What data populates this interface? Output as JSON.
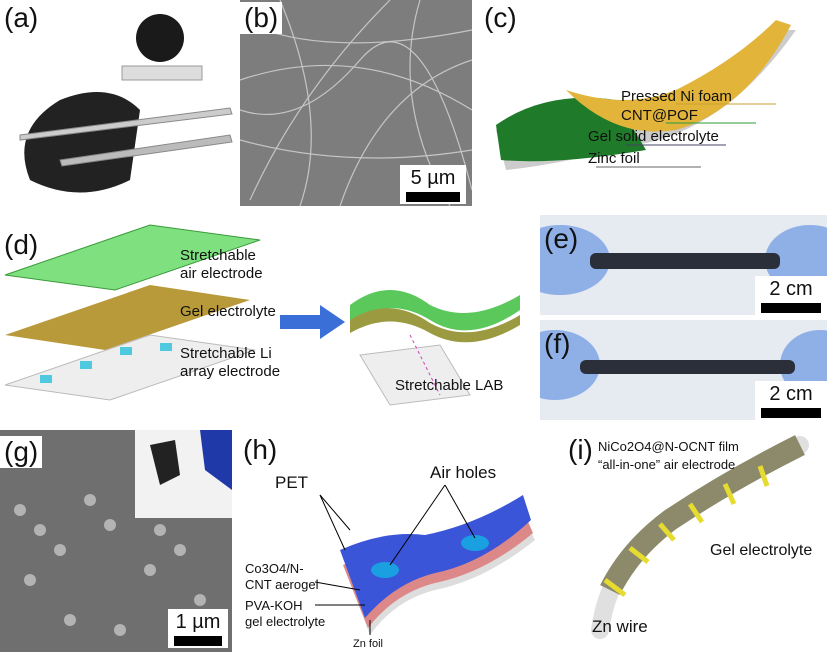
{
  "panels": {
    "a": {
      "label": "(a)"
    },
    "b": {
      "label": "(b)",
      "scale": "5 µm"
    },
    "c": {
      "label": "(c)",
      "layers": [
        "Pressed Ni foam",
        "CNT@POF",
        "Gel solid electrolyte",
        "Zinc foil"
      ]
    },
    "d": {
      "label": "(d)",
      "layers": [
        "Stretchable",
        "air electrode",
        "Gel electrolyte",
        "Stretchable Li",
        "array electrode"
      ],
      "device": "Stretchable LAB"
    },
    "e": {
      "label": "(e)",
      "scale": "2 cm"
    },
    "f": {
      "label": "(f)",
      "scale": "2 cm"
    },
    "g": {
      "label": "(g)",
      "scale": "1 µm"
    },
    "h": {
      "label": "(h)",
      "air_holes": "Air holes",
      "pet": "PET",
      "cathode_1": "Co3O4/N-",
      "cathode_2": "CNT aerogel",
      "electrolyte_1": "PVA-KOH",
      "electrolyte_2": "gel electrolyte",
      "anode": "Zn foil"
    },
    "i": {
      "label": "(i)",
      "film": "NiCo2O4@N-OCNT film",
      "electrode": "“all-in-one” air electrode",
      "electrolyte": "Gel electrolyte",
      "wire": "Zn wire"
    }
  },
  "colors": {
    "yellow": "#e2b43a",
    "green": "#2a9a3a",
    "blue": "#3b55d8",
    "sem": "#8a8a8a"
  }
}
